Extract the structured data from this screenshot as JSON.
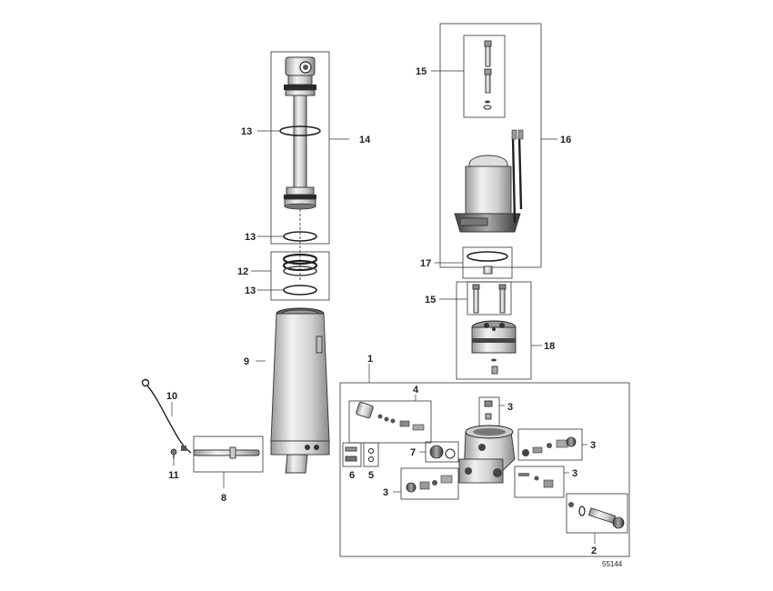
{
  "diagram": {
    "reference_number": "55144",
    "callouts": [
      {
        "id": "c1",
        "label": "1"
      },
      {
        "id": "c2",
        "label": "2"
      },
      {
        "id": "c3a",
        "label": "3"
      },
      {
        "id": "c3b",
        "label": "3"
      },
      {
        "id": "c3c",
        "label": "3"
      },
      {
        "id": "c3d",
        "label": "3"
      },
      {
        "id": "c4",
        "label": "4"
      },
      {
        "id": "c5",
        "label": "5"
      },
      {
        "id": "c6",
        "label": "6"
      },
      {
        "id": "c7",
        "label": "7"
      },
      {
        "id": "c8",
        "label": "8"
      },
      {
        "id": "c9",
        "label": "9"
      },
      {
        "id": "c10",
        "label": "10"
      },
      {
        "id": "c11",
        "label": "11"
      },
      {
        "id": "c12",
        "label": "12"
      },
      {
        "id": "c13a",
        "label": "13"
      },
      {
        "id": "c13b",
        "label": "13"
      },
      {
        "id": "c13c",
        "label": "13"
      },
      {
        "id": "c14",
        "label": "14"
      },
      {
        "id": "c15a",
        "label": "15"
      },
      {
        "id": "c15b",
        "label": "15"
      },
      {
        "id": "c16",
        "label": "16"
      },
      {
        "id": "c17",
        "label": "17"
      },
      {
        "id": "c18",
        "label": "18"
      }
    ]
  }
}
